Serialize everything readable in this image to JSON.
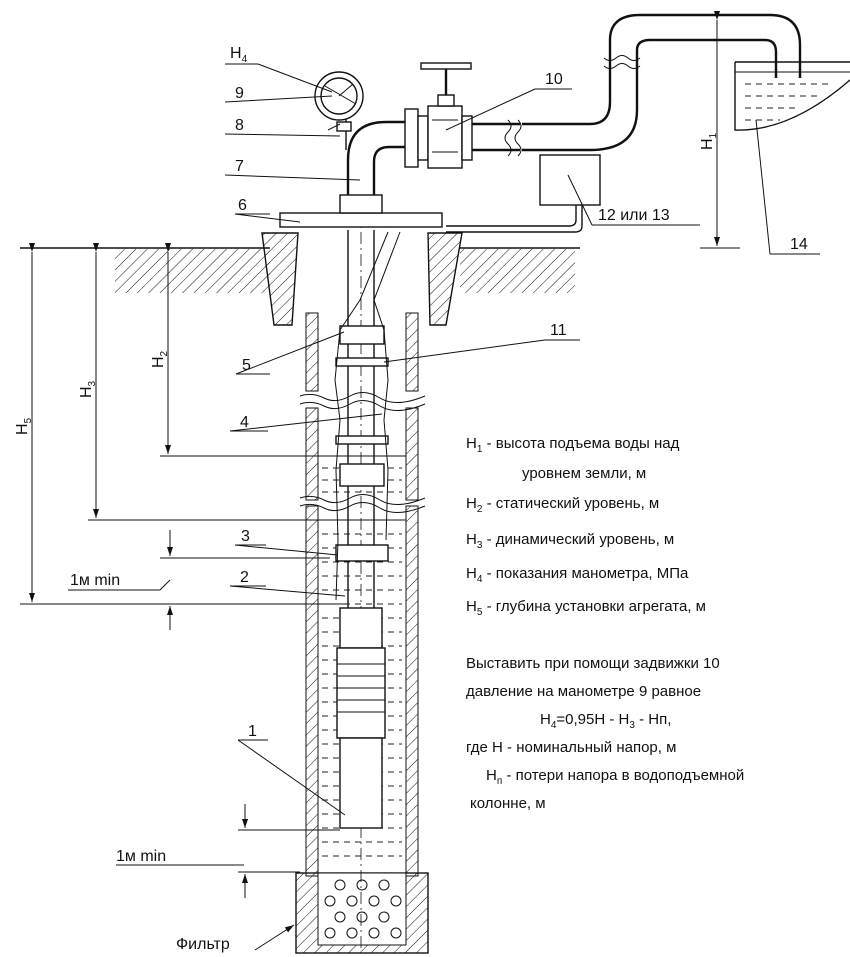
{
  "callouts": {
    "c1": "1",
    "c2": "2",
    "c3": "3",
    "c4": "4",
    "c5": "5",
    "c6": "6",
    "c7": "7",
    "c8": "8",
    "c9": "9",
    "c10": "10",
    "c11": "11",
    "c12": "12 или 13",
    "c14": "14"
  },
  "dims": {
    "h1": "H",
    "h1s": "1",
    "h2": "H",
    "h2s": "2",
    "h3": "H",
    "h3s": "3",
    "h4": "H",
    "h4s": "4",
    "h5": "H",
    "h5s": "5",
    "min_top": "1м min",
    "min_bottom": "1м min"
  },
  "filter_label": "Фильтр",
  "legend": [
    {
      "h": "H",
      "s": "1",
      "text": " - высота подъема воды над"
    },
    {
      "cont": "уровнем земли, м"
    },
    {
      "h": "H",
      "s": "2",
      "text": " - статический уровень, м"
    },
    {
      "h": "H",
      "s": "3",
      "text": " - динамический уровень, м"
    },
    {
      "h": "H",
      "s": "4",
      "text": " - показания манометра, МПа"
    },
    {
      "h": "H",
      "s": "5",
      "text": " - глубина установки агрегата, м"
    }
  ],
  "instructions": {
    "line1": "Выставить при помощи задвижки 10",
    "line2": "давление на манометре 9 равное",
    "f_h": "H",
    "f_s": "4",
    "f_rest1": "=0,95H - H",
    "f_s2": "3",
    "f_rest2": " - Hп,",
    "line4": "где  H - номинальный напор, м",
    "l5_h": "H",
    "l5_s": "п",
    "l5_rest": " - потери напора в водоподъемной",
    "line6": "колонне, м"
  }
}
